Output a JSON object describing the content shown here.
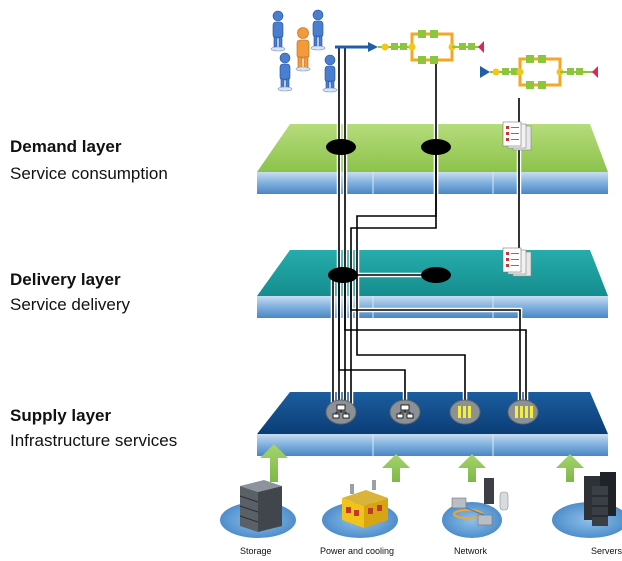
{
  "layers": [
    {
      "title": "Demand layer",
      "subtitle": "Service consumption"
    },
    {
      "title": "Delivery layer",
      "subtitle": "Service delivery"
    },
    {
      "title": "Supply layer",
      "subtitle": "Infrastructure services"
    }
  ],
  "resources": [
    "Storage",
    "Power and cooling",
    "Network",
    "Servers"
  ],
  "colors": {
    "demand_plane": "#9ccc5a",
    "delivery_plane": "#1d9e9e",
    "supply_plane": "#0f4c8c",
    "plane_edge": "#6fa6d6",
    "arrow_green": "#93c95b",
    "node_black": "#000000",
    "workflow_orange": "#f5a623",
    "workflow_green": "#8cc63f",
    "workflow_blue": "#1f5fa8"
  }
}
